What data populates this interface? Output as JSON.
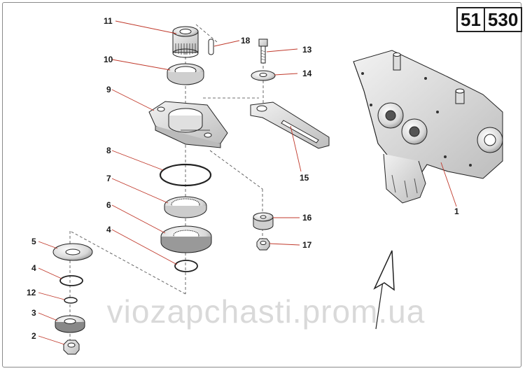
{
  "page_number": {
    "section": "51",
    "page": "530"
  },
  "watermark": "viozapchasti.prom.ua",
  "callouts": {
    "c1": "1",
    "c2": "2",
    "c3": "3",
    "c4a": "4",
    "c4b": "4",
    "c5": "5",
    "c6": "6",
    "c7": "7",
    "c8": "8",
    "c9": "9",
    "c10": "10",
    "c11": "11",
    "c12": "12",
    "c13": "13",
    "c14": "14",
    "c15": "15",
    "c16": "16",
    "c17": "17",
    "c18": "18"
  },
  "colors": {
    "leader": "#c0392b",
    "ink": "#1a1a1a",
    "part_fill": "#e8e8e8"
  }
}
